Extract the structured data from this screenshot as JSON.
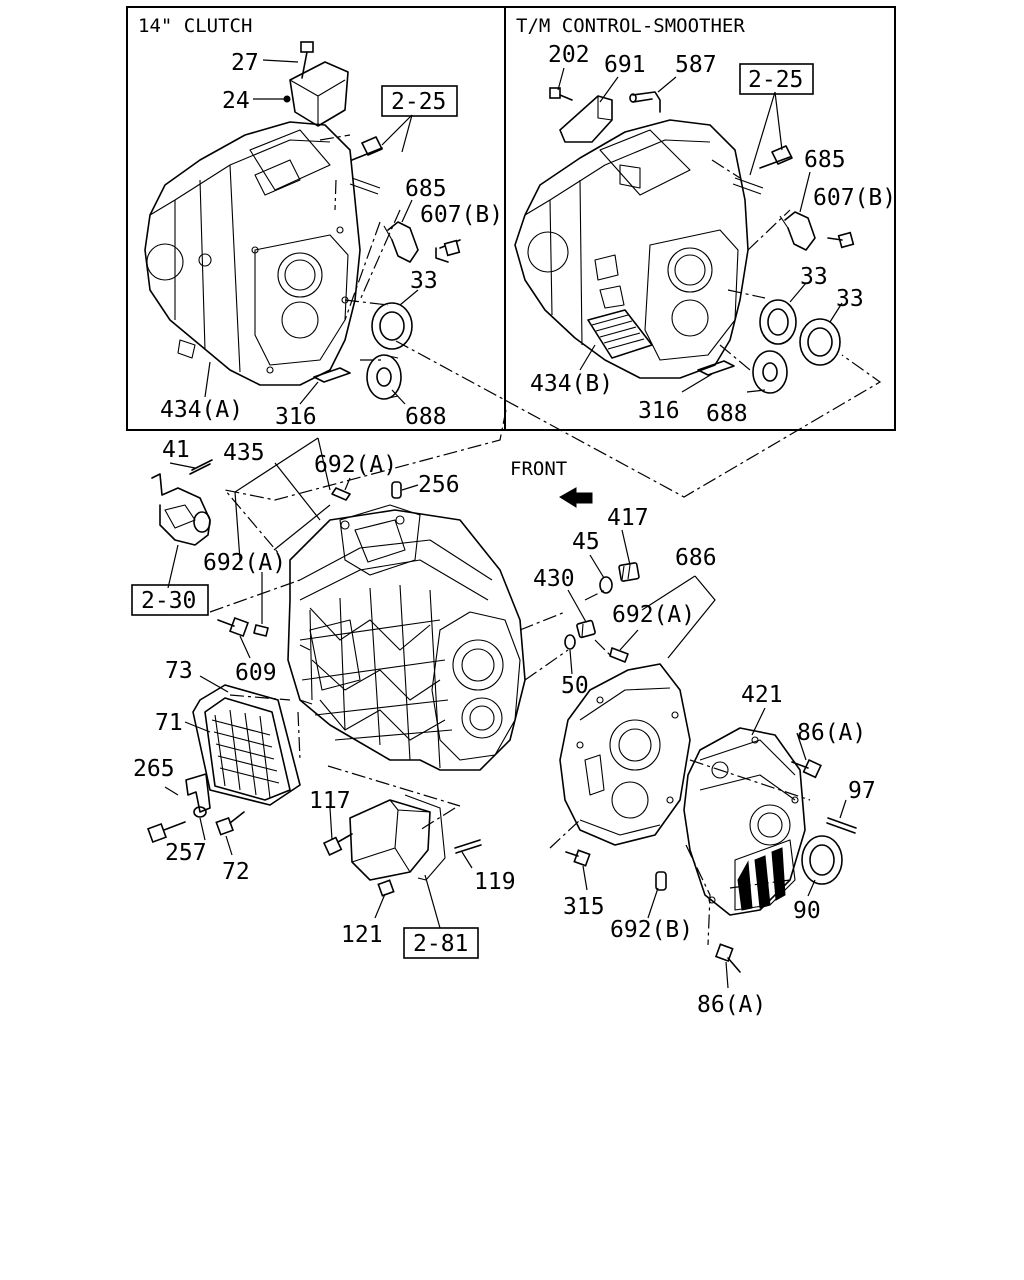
{
  "panels": {
    "left_title": "14\" CLUTCH",
    "right_title": "T/M CONTROL-SMOOTHER"
  },
  "front_label": "FRONT",
  "refs": {
    "r1": "2-25",
    "r2": "2-25",
    "r3": "2-30",
    "r4": "2-81"
  },
  "callouts": {
    "c27": "27",
    "c24": "24",
    "c685a": "685",
    "c607a": "607(B)",
    "c33a": "33",
    "c434a": "434(A)",
    "c316a": "316",
    "c688a": "688",
    "c202": "202",
    "c691": "691",
    "c587": "587",
    "c685b": "685",
    "c607b": "607(B)",
    "c33b": "33",
    "c33c": "33",
    "c434b": "434(B)",
    "c316b": "316",
    "c688b": "688",
    "c41": "41",
    "c435": "435",
    "c692a1": "692(A)",
    "c256": "256",
    "c692a2": "692(A)",
    "c417": "417",
    "c45": "45",
    "c686": "686",
    "c430": "430",
    "c692a3": "692(A)",
    "c609": "609",
    "c50": "50",
    "c73": "73",
    "c71": "71",
    "c421": "421",
    "c86a1": "86(A)",
    "c265": "265",
    "c97": "97",
    "c117": "117",
    "c257": "257",
    "c72": "72",
    "c119": "119",
    "c90": "90",
    "c315": "315",
    "c121": "121",
    "c692b": "692(B)",
    "c86a2": "86(A)"
  }
}
